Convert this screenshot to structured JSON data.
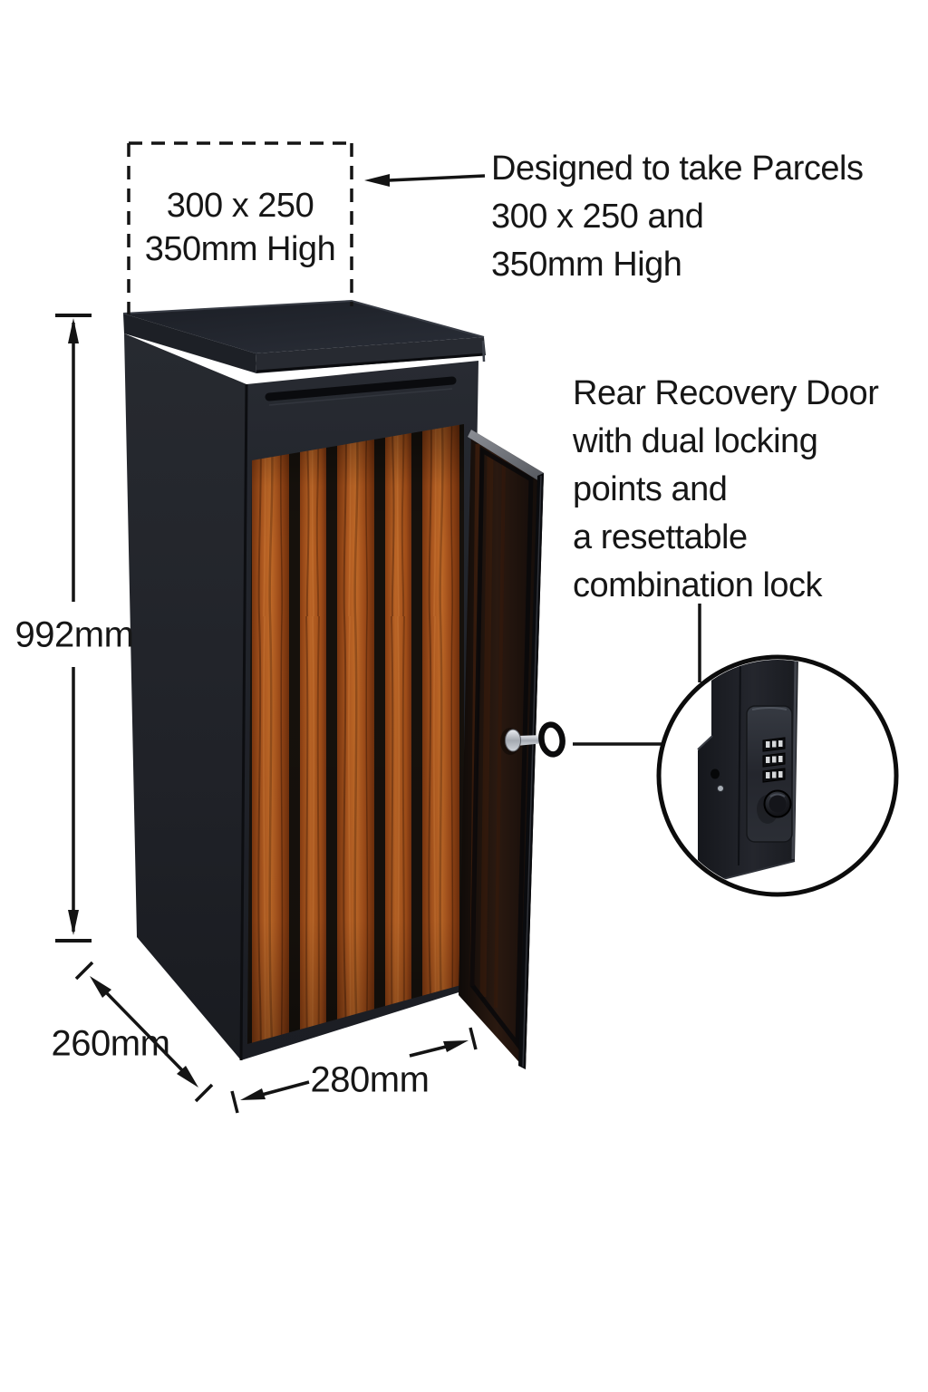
{
  "annotations": {
    "capacity_box": {
      "lines": [
        "300 x 250",
        "350mm High"
      ]
    },
    "capacity_note": {
      "lines": [
        "Designed to take Parcels",
        "300 x 250 and",
        "350mm High"
      ]
    },
    "rear_door_note": {
      "lines": [
        "Rear Recovery Door",
        "with dual locking",
        "points and",
        "a resettable",
        "combination lock"
      ]
    },
    "dimensions": {
      "height": "992mm",
      "depth": "260mm",
      "width": "280mm"
    }
  },
  "graphics": {
    "product": "parcel-drop-box-with-wood-slat-door",
    "inset": "combination-lock-closeup",
    "key": "key-in-rear-door-lock"
  },
  "colors": {
    "background": "#ffffff",
    "annotation_text": "#161616",
    "annotation_line": "#141414",
    "box_body": "#24272e",
    "wood_slat": "#b05a20",
    "wood_gap": "#16110c",
    "door_inner": "#241711",
    "key_silver": "#c9ced6"
  }
}
